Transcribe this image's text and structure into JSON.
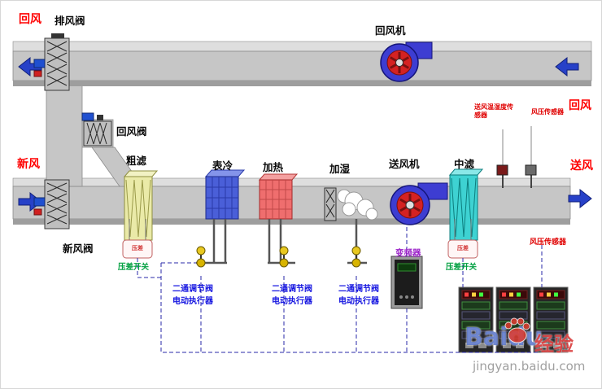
{
  "labels": {
    "return_air": "回风",
    "exhaust_valve": "排风阀",
    "return_fan": "回风机",
    "fresh_air": "新风",
    "return_air_valve": "回风阀",
    "coarse_filter": "粗滤",
    "cooler": "表冷",
    "heater": "加热",
    "humidifier": "加湿",
    "supply_fan": "送风机",
    "medium_filter": "中滤",
    "supply_air": "送风",
    "supply_th_sensor": "送风温湿度传感器",
    "pressure_sensor": "风压传感器",
    "fresh_air_valve": "新风阀",
    "pressure_switch": "压差开关",
    "pressure_switch_box": "压差",
    "valve_line1": "二通调节阀",
    "valve_line2": "电动执行器",
    "vfd": "变频器"
  },
  "watermark": {
    "brand": "Baidu",
    "brand_cn": "经验",
    "url": "jingyan.baidu.com"
  },
  "colors": {
    "label_red": "#ff0000",
    "actuator_text_blue": "#1414e0",
    "switch_text_green": "#00a040",
    "vfd_text_purple": "#9a20c8",
    "duct_gray": "#c6c6c6",
    "arrow_blue": "#2741c8",
    "fan_housing_blue": "#3d3dd2",
    "fan_impeller_red": "#d42222",
    "cooler_blue": "#4a5fd8",
    "heater_red": "#ef6e6e",
    "coarse_filter_yellow": "#eaeaa8",
    "medium_filter_teal": "#3ed2d2"
  }
}
